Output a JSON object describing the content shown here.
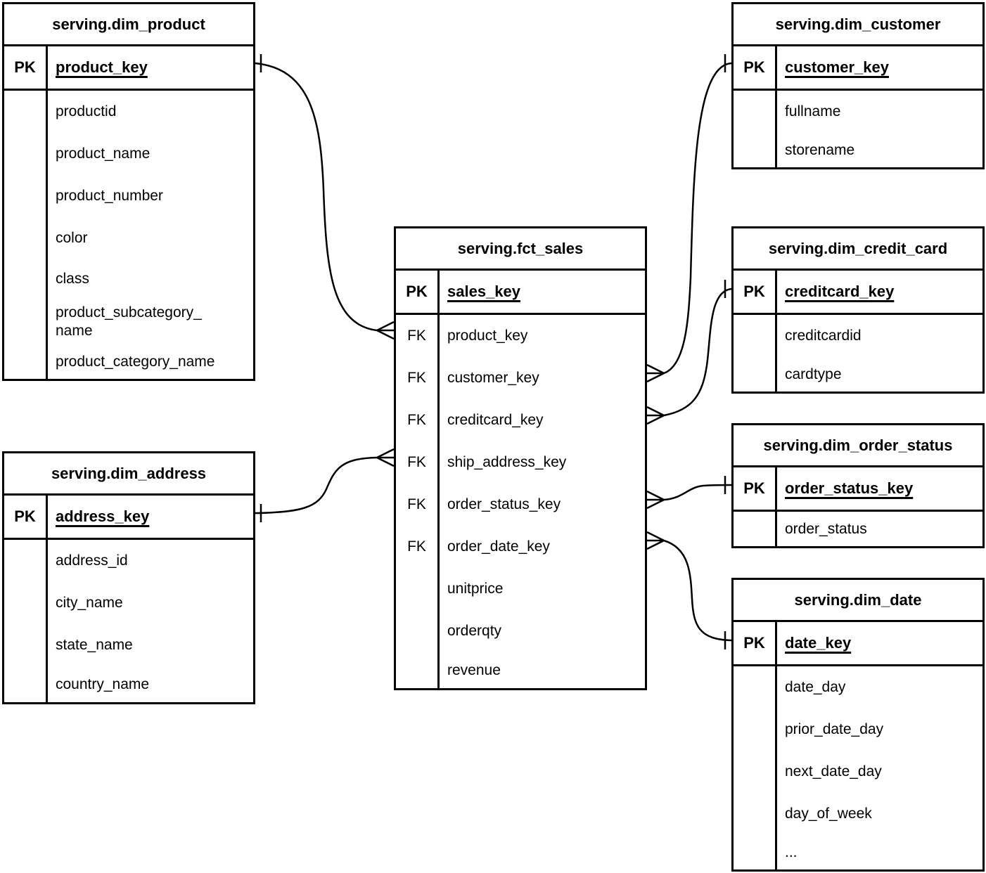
{
  "tables": {
    "dim_product": {
      "title": "serving.dim_product",
      "pk": {
        "badge": "PK",
        "name": "product_key"
      },
      "rows": [
        {
          "badge": "",
          "name": "productid"
        },
        {
          "badge": "",
          "name": "product_name"
        },
        {
          "badge": "",
          "name": "product_number"
        },
        {
          "badge": "",
          "name": "color"
        },
        {
          "badge": "",
          "name": "class"
        },
        {
          "badge": "",
          "name": "product_subcategory_\nname"
        },
        {
          "badge": "",
          "name": "product_category_name"
        }
      ]
    },
    "dim_customer": {
      "title": "serving.dim_customer",
      "pk": {
        "badge": "PK",
        "name": "customer_key"
      },
      "rows": [
        {
          "badge": "",
          "name": "fullname"
        },
        {
          "badge": "",
          "name": "storename"
        }
      ]
    },
    "fct_sales": {
      "title": "serving.fct_sales",
      "pk": {
        "badge": "PK",
        "name": "sales_key"
      },
      "rows": [
        {
          "badge": "FK",
          "name": "product_key"
        },
        {
          "badge": "FK",
          "name": "customer_key"
        },
        {
          "badge": "FK",
          "name": "creditcard_key"
        },
        {
          "badge": "FK",
          "name": "ship_address_key"
        },
        {
          "badge": "FK",
          "name": "order_status_key"
        },
        {
          "badge": "FK",
          "name": "order_date_key"
        },
        {
          "badge": "",
          "name": "unitprice"
        },
        {
          "badge": "",
          "name": "orderqty"
        },
        {
          "badge": "",
          "name": "revenue"
        }
      ]
    },
    "dim_credit_card": {
      "title": "serving.dim_credit_card",
      "pk": {
        "badge": "PK",
        "name": "creditcard_key"
      },
      "rows": [
        {
          "badge": "",
          "name": "creditcardid"
        },
        {
          "badge": "",
          "name": "cardtype"
        }
      ]
    },
    "dim_order_status": {
      "title": "serving.dim_order_status",
      "pk": {
        "badge": "PK",
        "name": "order_status_key"
      },
      "rows": [
        {
          "badge": "",
          "name": "order_status"
        }
      ]
    },
    "dim_date": {
      "title": "serving.dim_date",
      "pk": {
        "badge": "PK",
        "name": "date_key"
      },
      "rows": [
        {
          "badge": "",
          "name": "date_day"
        },
        {
          "badge": "",
          "name": "prior_date_day"
        },
        {
          "badge": "",
          "name": "next_date_day"
        },
        {
          "badge": "",
          "name": "day_of_week"
        },
        {
          "badge": "",
          "name": "..."
        }
      ]
    },
    "dim_address": {
      "title": "serving.dim_address",
      "pk": {
        "badge": "PK",
        "name": "address_key"
      },
      "rows": [
        {
          "badge": "",
          "name": "address_id"
        },
        {
          "badge": "",
          "name": "city_name"
        },
        {
          "badge": "",
          "name": "state_name"
        },
        {
          "badge": "",
          "name": "country_name"
        }
      ]
    }
  },
  "relationships": [
    {
      "from": "serving.dim_product.product_key",
      "from_cardinality": "one",
      "to": "serving.fct_sales.product_key",
      "to_cardinality": "many"
    },
    {
      "from": "serving.dim_address.address_key",
      "from_cardinality": "one",
      "to": "serving.fct_sales.ship_address_key",
      "to_cardinality": "many"
    },
    {
      "from": "serving.dim_customer.customer_key",
      "from_cardinality": "one",
      "to": "serving.fct_sales.customer_key",
      "to_cardinality": "many"
    },
    {
      "from": "serving.dim_credit_card.creditcard_key",
      "from_cardinality": "one",
      "to": "serving.fct_sales.creditcard_key",
      "to_cardinality": "many"
    },
    {
      "from": "serving.dim_order_status.order_status_key",
      "from_cardinality": "one",
      "to": "serving.fct_sales.order_status_key",
      "to_cardinality": "many"
    },
    {
      "from": "serving.dim_date.date_key",
      "from_cardinality": "one",
      "to": "serving.fct_sales.order_date_key",
      "to_cardinality": "many"
    }
  ],
  "colors": {
    "line": "#000000",
    "background": "#ffffff",
    "text": "#000000"
  }
}
